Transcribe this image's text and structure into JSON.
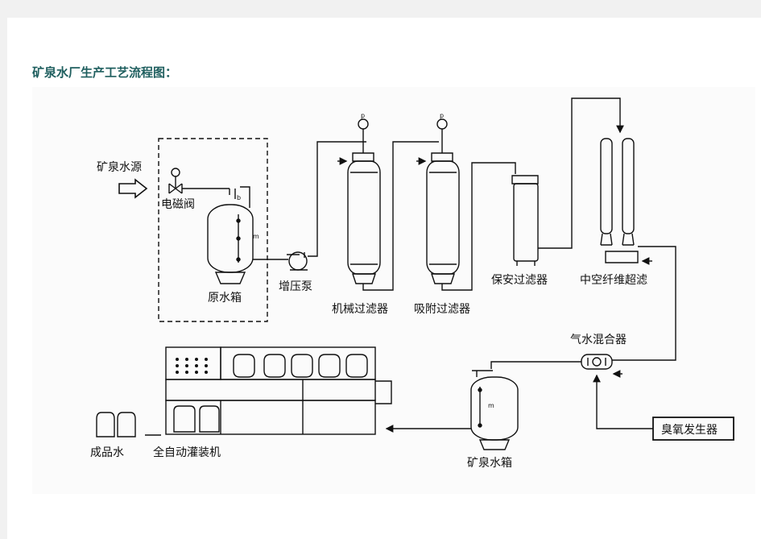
{
  "heading": "矿泉水厂生产工艺流程图：",
  "diagram": {
    "labels": {
      "source": "矿泉水源",
      "valve": "电磁阀",
      "raw_tank": "原水箱",
      "booster_pump": "增压泵",
      "mech_filter": "机械过滤器",
      "adsorb_filter": "吸附过滤器",
      "security_filter": "保安过滤器",
      "uf": "中空纤维超滤",
      "mixer": "气水混合器",
      "ozone": "臭氧发生器",
      "mineral_tank": "矿泉水箱",
      "filler": "全自动灌装机",
      "product": "成品水"
    },
    "marks": {
      "p": "p",
      "b": "b",
      "m": "m"
    }
  }
}
